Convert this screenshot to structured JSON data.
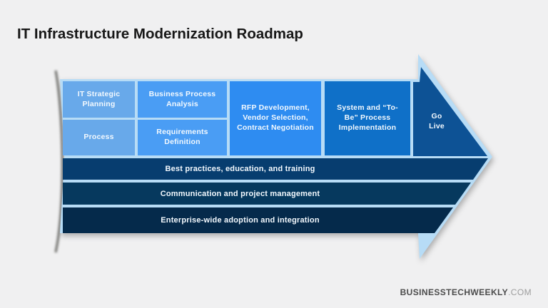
{
  "page": {
    "title": "IT Infrastructure Modernization Roadmap",
    "background_color": "#f0f0f1"
  },
  "diagram": {
    "outline_color": "#b7dcf6",
    "phases": [
      {
        "label": "IT Strategic\nPlanning",
        "color": "#68a9ea"
      },
      {
        "label": "Process",
        "color": "#68a9ea"
      },
      {
        "label": "Business Process\nAnalysis",
        "color": "#4a9df4"
      },
      {
        "label": "Requirements\nDefinition",
        "color": "#4a9df4"
      },
      {
        "label": "RFP Development,\nVendor Selection,\nContract Negotiation",
        "color": "#2e8cf1"
      },
      {
        "label": "System and “To-\nBe” Process\nImplementation",
        "color": "#0f70c8"
      },
      {
        "label": "Go\nLive",
        "color": "#0d5295"
      }
    ],
    "tracks": [
      {
        "label": "Best practices, education, and training",
        "color": "#073d6f"
      },
      {
        "label": "Communication and project management",
        "color": "#06395e"
      },
      {
        "label": "Enterprise-wide adoption and integration",
        "color": "#052a4b"
      }
    ]
  },
  "footer": {
    "brand": "BUSINESSTECHWEEKLY",
    "domain": ".COM"
  }
}
